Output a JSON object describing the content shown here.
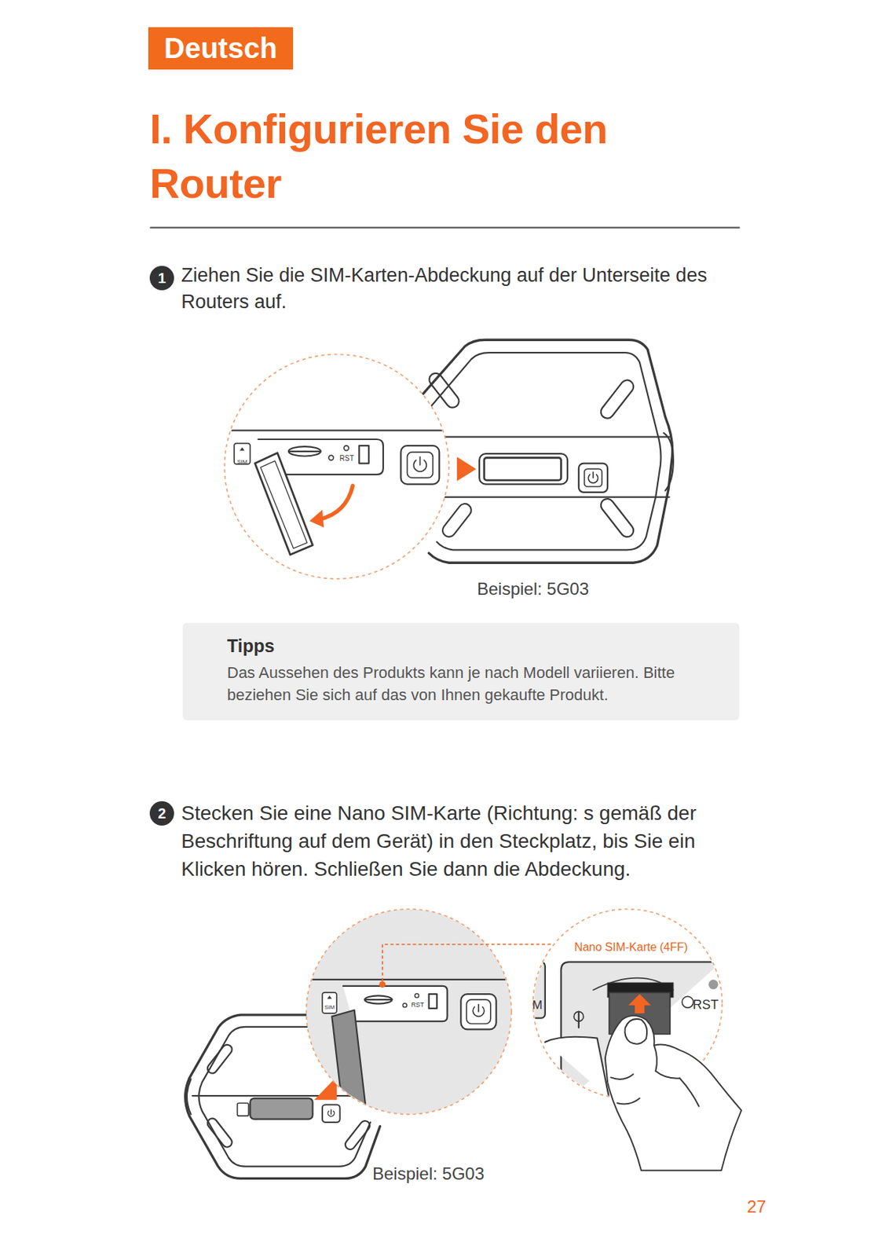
{
  "diagram": {
    "title": "I. Konfigurieren Sie den Router",
    "nodes": [
      {
        "text": [
          "Deutsch"
        ]
      },
      {
        "text": [
          "1"
        ]
      },
      {
        "text": [
          "Tipps",
          "Das Aussehen des Produkts kann je nach Modell variieren. Bitte beziehen Sie sich auf das von Ihnen gekaufte Produkt."
        ]
      },
      {
        "text": [
          "2"
        ]
      }
    ],
    "labels": [
      "Ziehen Sie die SIM-Karten-Abdeckung auf der Unterseite des Routers auf.",
      "SIM",
      "RST",
      "Beispiel: 5G03",
      "Stecken Sie eine Nano SIM-Karte (Richtung: s gemäß der Beschriftung auf dem Gerät) in den Steckplatz, bis Sie ein Klicken hören. Schließen Sie dann die Abdeckung.",
      "Nano SIM-Karte (4FF)",
      "SIM",
      "RST",
      "M",
      "RST",
      "Beispiel: 5G03",
      "27"
    ]
  }
}
